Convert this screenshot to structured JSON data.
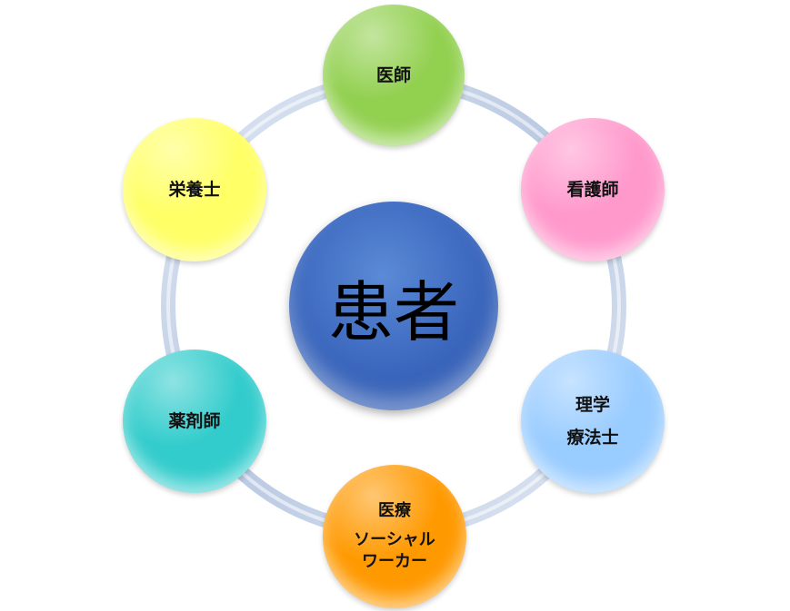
{
  "center": {
    "label": "患者",
    "color": "#3a66bd"
  },
  "nodes": [
    {
      "lines": [
        "医師"
      ],
      "color": "#92d050"
    },
    {
      "lines": [
        "看護師"
      ],
      "color": "#ff99cc"
    },
    {
      "lines": [
        "理学",
        "療法士"
      ],
      "color": "#99ccff"
    },
    {
      "lines": [
        "医療",
        "ソーシャル",
        "ワーカー"
      ],
      "color": "#ff9900"
    },
    {
      "lines": [
        "薬剤師"
      ],
      "color": "#33cccc"
    },
    {
      "lines": [
        "栄養士"
      ],
      "color": "#ffff66"
    }
  ],
  "ring_color": "#c9d6ea"
}
